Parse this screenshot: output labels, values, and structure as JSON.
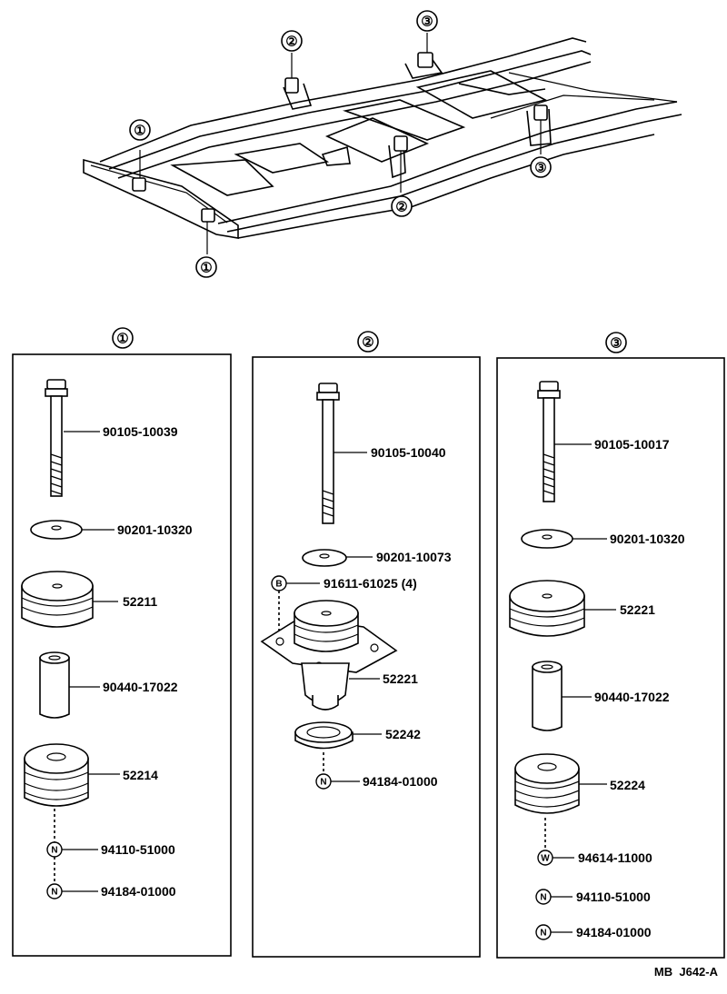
{
  "frame_callouts": [
    {
      "label": "①"
    },
    {
      "label": "①"
    },
    {
      "label": "②"
    },
    {
      "label": "②"
    },
    {
      "label": "③"
    },
    {
      "label": "③"
    }
  ],
  "groups": [
    {
      "label": "①",
      "parts": [
        {
          "number": "90105-10039"
        },
        {
          "number": "90201-10320"
        },
        {
          "number": "52211"
        },
        {
          "number": "90440-17022"
        },
        {
          "number": "52214"
        },
        {
          "number": "94110-51000",
          "symbol": "N"
        },
        {
          "number": "94184-01000",
          "symbol": "N"
        }
      ]
    },
    {
      "label": "②",
      "parts": [
        {
          "number": "90105-10040"
        },
        {
          "number": "90201-10073"
        },
        {
          "number": "91611-61025 (4)",
          "symbol": "B"
        },
        {
          "number": "52221"
        },
        {
          "number": "52242"
        },
        {
          "number": "94184-01000",
          "symbol": "N"
        }
      ]
    },
    {
      "label": "③",
      "parts": [
        {
          "number": "90105-10017"
        },
        {
          "number": "90201-10320"
        },
        {
          "number": "52221"
        },
        {
          "number": "90440-17022"
        },
        {
          "number": "52224"
        },
        {
          "number": "94614-11000",
          "symbol": "W"
        },
        {
          "number": "94110-51000",
          "symbol": "N"
        },
        {
          "number": "94184-01000",
          "symbol": "N"
        }
      ]
    }
  ],
  "footer_code": "MB  J642-A"
}
